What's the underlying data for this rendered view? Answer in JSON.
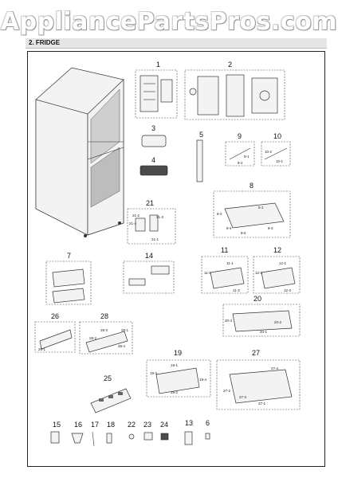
{
  "watermark": "AppliancePartsPros.com",
  "section_title": "2. FRIDGE",
  "callouts": {
    "p1": "1",
    "p2": "2",
    "p3": "3",
    "p4": "4",
    "p5": "5",
    "p7": "7",
    "p8": "8",
    "p9": "9",
    "p10": "10",
    "p11": "11",
    "p12": "12",
    "p13": "13",
    "p14": "14",
    "p15": "15",
    "p16": "16",
    "p17": "17",
    "p18": "18",
    "p19": "19",
    "p20": "20",
    "p21": "21",
    "p22": "22",
    "p23": "23",
    "p24": "24",
    "p25": "25",
    "p26": "26",
    "p27": "27",
    "p28": "28",
    "p6": "6"
  },
  "sub_labels": {
    "s9_1": "9-1",
    "s9_2": "9-2",
    "s10_1": "10-1",
    "s10_2": "10-2",
    "s8_1": "8-1",
    "s8_2": "8-2",
    "s8_3": "8-3",
    "s8_4": "8-4",
    "s8_5": "8-5",
    "s21_1": "21-1",
    "s21_2": "21-2",
    "s21_3": "21-3",
    "s21_4": "21-4",
    "s11_1": "11-1",
    "s11_2": "11-2",
    "s11_3": "11-3",
    "s12_1": "12-1",
    "s12_2": "12-2",
    "s12_3": "12-3",
    "s20_1": "20-1",
    "s20_2": "20-2",
    "s20_3": "20-3",
    "s26_1": "26-1",
    "s28_1": "28-1",
    "s28_2": "28-2",
    "s28_3": "28-3",
    "s28_4": "28-4",
    "s19_1": "19-1",
    "s19_2": "19-2",
    "s19_3": "19-3",
    "s19_4": "19-4",
    "s27_1": "27-1",
    "s27_2": "27-2",
    "s27_3": "27-3",
    "s27_4": "27-4"
  }
}
